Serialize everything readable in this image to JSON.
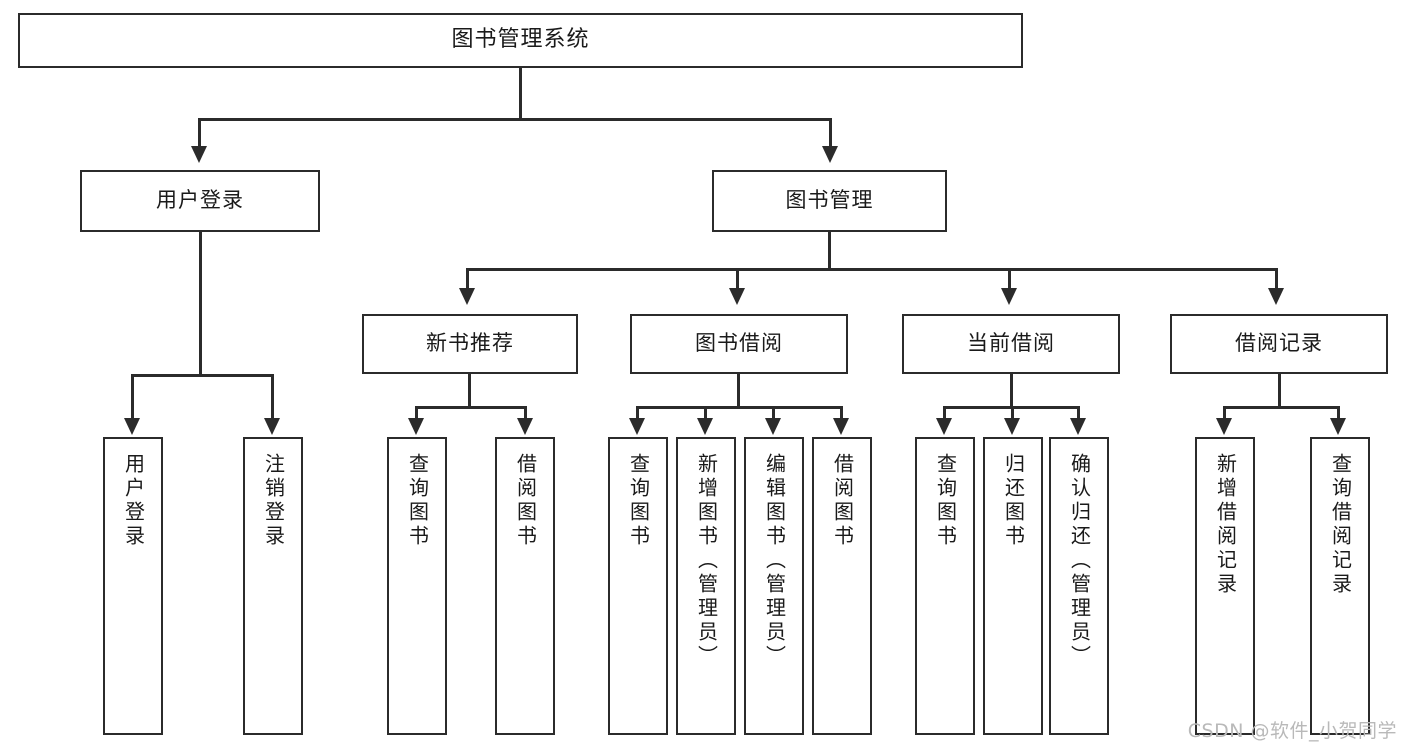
{
  "diagram": {
    "title": "图书管理系统",
    "type": "tree-hierarchy",
    "root": {
      "label": "图书管理系统"
    },
    "level1": [
      {
        "label": "用户登录"
      },
      {
        "label": "图书管理"
      }
    ],
    "level2": [
      {
        "label": "新书推荐",
        "parent": "图书管理"
      },
      {
        "label": "图书借阅",
        "parent": "图书管理"
      },
      {
        "label": "当前借阅",
        "parent": "图书管理"
      },
      {
        "label": "借阅记录",
        "parent": "图书管理"
      }
    ],
    "leaves": {
      "user_login": [
        {
          "label": "用户登录"
        },
        {
          "label": "注销登录"
        }
      ],
      "new_book_recommend": [
        {
          "label": "查询图书"
        },
        {
          "label": "借阅图书"
        }
      ],
      "book_borrow": [
        {
          "label": "查询图书"
        },
        {
          "label": "新增图书（管理员）"
        },
        {
          "label": "编辑图书（管理员）"
        },
        {
          "label": "借阅图书"
        }
      ],
      "current_borrow": [
        {
          "label": "查询图书"
        },
        {
          "label": "归还图书"
        },
        {
          "label": "确认归还（管理员）"
        }
      ],
      "borrow_record": [
        {
          "label": "新增借阅记录"
        },
        {
          "label": "查询借阅记录"
        }
      ]
    }
  },
  "watermark": {
    "text": "CSDN @软件_小贺同学"
  },
  "colors": {
    "stroke": "#2b2b2b",
    "fill": "#ffffff",
    "text": "#1a1a1a",
    "watermark": "#b9b9b9"
  }
}
